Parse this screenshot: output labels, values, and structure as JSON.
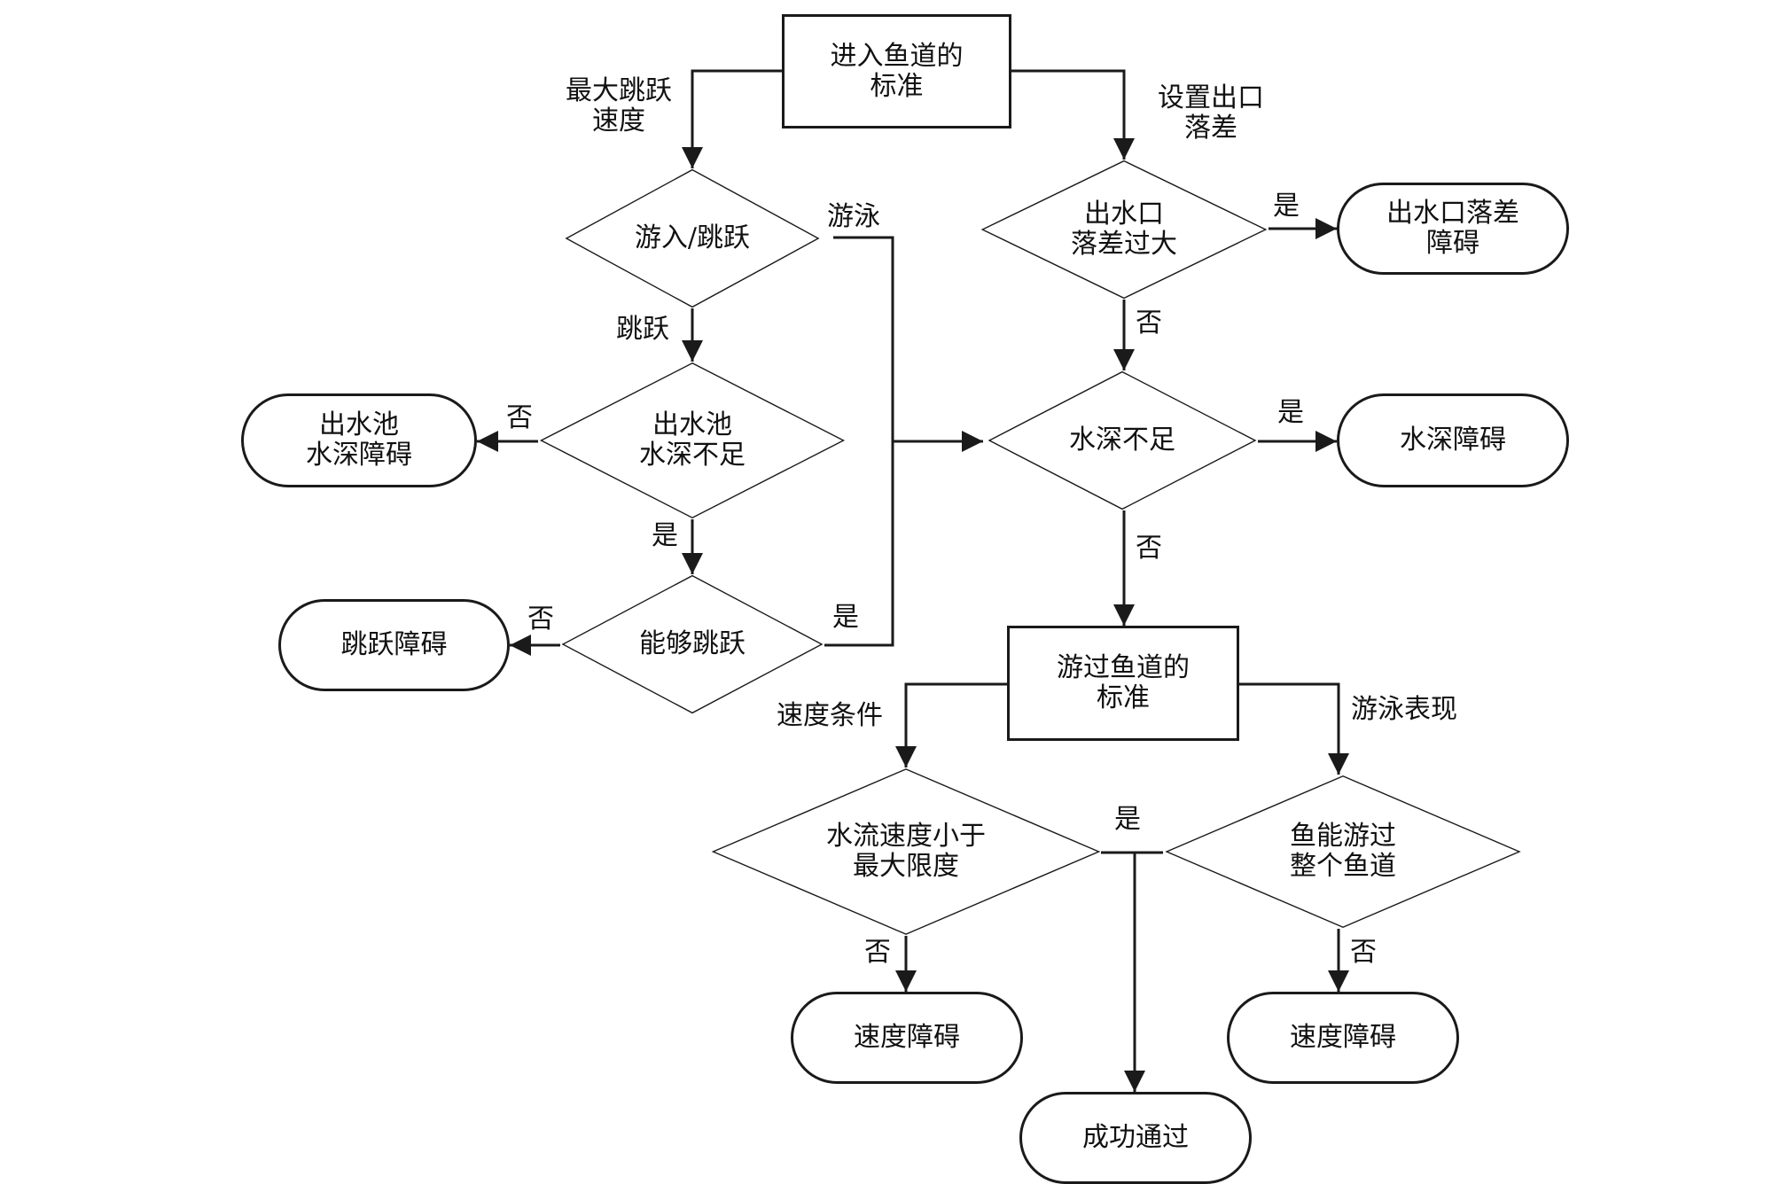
{
  "nodes": {
    "enter_criteria": "进入鱼道的\n标准",
    "swim_or_jump": "游入/跳跃",
    "outlet_drop": "出水口\n落差过大",
    "outlet_drop_barrier": "出水口落差\n障碍",
    "pool_depth_check": "出水池\n水深不足",
    "pool_depth_barrier": "出水池\n水深障碍",
    "depth_check": "水深不足",
    "depth_barrier": "水深障碍",
    "can_jump": "能够跳跃",
    "jump_barrier": "跳跃障碍",
    "pass_criteria": "游过鱼道的\n标准",
    "flow_speed_check": "水流速度小于\n最大限度",
    "fish_swim_check": "鱼能游过\n整个鱼道",
    "speed_barrier_left": "速度障碍",
    "speed_barrier_right": "速度障碍",
    "success": "成功通过"
  },
  "labels": {
    "max_jump_speed": "最大跳跃\n速度",
    "set_outlet_drop": "设置出口\n落差",
    "swim": "游泳",
    "jump": "跳跃",
    "yes_outlet": "是",
    "no_outlet": "否",
    "no_pool": "否",
    "yes_pool": "是",
    "yes_depth": "是",
    "no_depth": "否",
    "no_jump": "否",
    "yes_jump": "是",
    "speed_condition": "速度条件",
    "swim_performance": "游泳表现",
    "yes_success": "是",
    "no_speed": "否",
    "no_swim": "否"
  }
}
